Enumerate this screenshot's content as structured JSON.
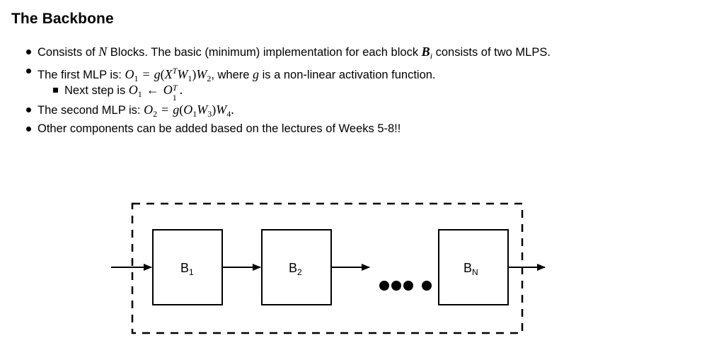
{
  "title": "The Backbone",
  "bullets": {
    "b1": {
      "t1": "Consists of ",
      "N": "N",
      "t2": " Blocks. The basic (minimum) implementation for each block ",
      "B": "B",
      "i": "i",
      "t3": " consists of two MLPS."
    },
    "b2": {
      "t1": "The first MLP is: ",
      "O": "O",
      "s1": "1",
      "eq": "=",
      "g": "g",
      "lp": "(",
      "X": "X",
      "T": "T",
      "W1": "W",
      "s1b": "1",
      "rp": ")",
      "W2": "W",
      "s2": "2",
      "t2": ", where ",
      "g2": "g",
      "t3": " is a non-linear activation function."
    },
    "b2a": {
      "t1": "Next step is ",
      "O": "O",
      "s1": "1",
      "arrow": "←",
      "O2": "O",
      "T": "T",
      "s1b": "1",
      "dot": "."
    },
    "b3": {
      "t1": "The second MLP is: ",
      "O": "O",
      "s2": "2",
      "eq": "=",
      "g": "g",
      "lp": "(",
      "O1": "O",
      "s1": "1",
      "W3": "W",
      "s3": "3",
      "rp": ")",
      "W4": "W",
      "s4": "4",
      "dot": "."
    },
    "b4": {
      "t1": "Other components can be added based on the lectures of Weeks 5-8!!"
    }
  },
  "diagram": {
    "blocks": [
      {
        "label": "B",
        "sub": "1"
      },
      {
        "label": "B",
        "sub": "2"
      },
      {
        "label": "B",
        "sub": "N"
      }
    ],
    "ellipsis": "•••  •"
  }
}
